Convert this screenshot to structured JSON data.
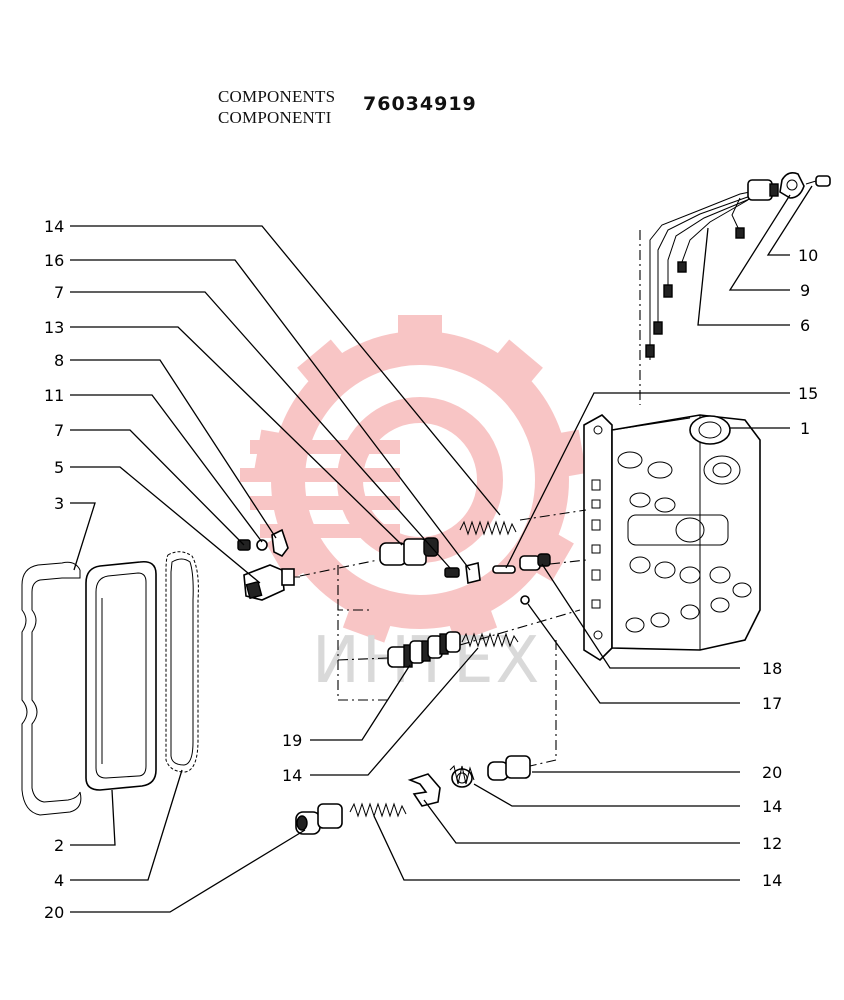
{
  "header": {
    "title_en": "COMPONENTS",
    "title_it": "COMPONENTI",
    "part_number": "76034919"
  },
  "watermark": {
    "text": "ИНТЕХ",
    "color": "#f5b5b5"
  },
  "callouts": [
    {
      "id": "c-14a",
      "label": "14"
    },
    {
      "id": "c-16",
      "label": "16"
    },
    {
      "id": "c-7a",
      "label": "7"
    },
    {
      "id": "c-13",
      "label": "13"
    },
    {
      "id": "c-8",
      "label": "8"
    },
    {
      "id": "c-11",
      "label": "11"
    },
    {
      "id": "c-7b",
      "label": "7"
    },
    {
      "id": "c-5",
      "label": "5"
    },
    {
      "id": "c-3",
      "label": "3"
    },
    {
      "id": "c-2",
      "label": "2"
    },
    {
      "id": "c-4",
      "label": "4"
    },
    {
      "id": "c-20a",
      "label": "20"
    },
    {
      "id": "c-19",
      "label": "19"
    },
    {
      "id": "c-14b",
      "label": "14"
    },
    {
      "id": "c-10",
      "label": "10"
    },
    {
      "id": "c-9",
      "label": "9"
    },
    {
      "id": "c-6",
      "label": "6"
    },
    {
      "id": "c-15",
      "label": "15"
    },
    {
      "id": "c-1",
      "label": "1"
    },
    {
      "id": "c-18",
      "label": "18"
    },
    {
      "id": "c-17",
      "label": "17"
    },
    {
      "id": "c-20b",
      "label": "20"
    },
    {
      "id": "c-14c",
      "label": "14"
    },
    {
      "id": "c-12",
      "label": "12"
    },
    {
      "id": "c-14d",
      "label": "14"
    }
  ]
}
